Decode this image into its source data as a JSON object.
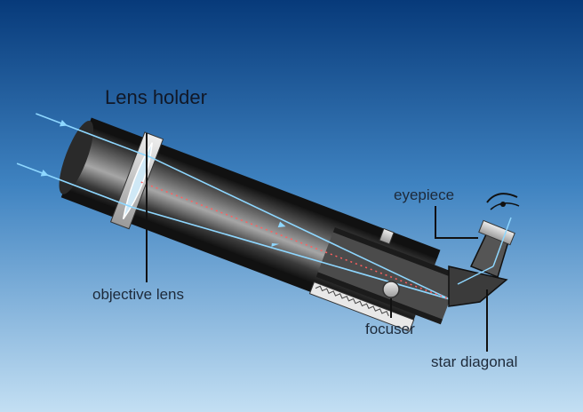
{
  "labels": {
    "lens_holder": "Lens holder",
    "objective_lens": "objective lens",
    "eyepiece": "eyepiece",
    "focuser": "focuser",
    "star_diagonal": "star diagonal"
  },
  "colors": {
    "background_top": "#073a7a",
    "background_bottom": "#bfdcf2",
    "light_ray": "#8ed7ff",
    "tube_dark": "#151515",
    "tube_mid": "#5a5a5a",
    "leader_line": "#111111"
  }
}
